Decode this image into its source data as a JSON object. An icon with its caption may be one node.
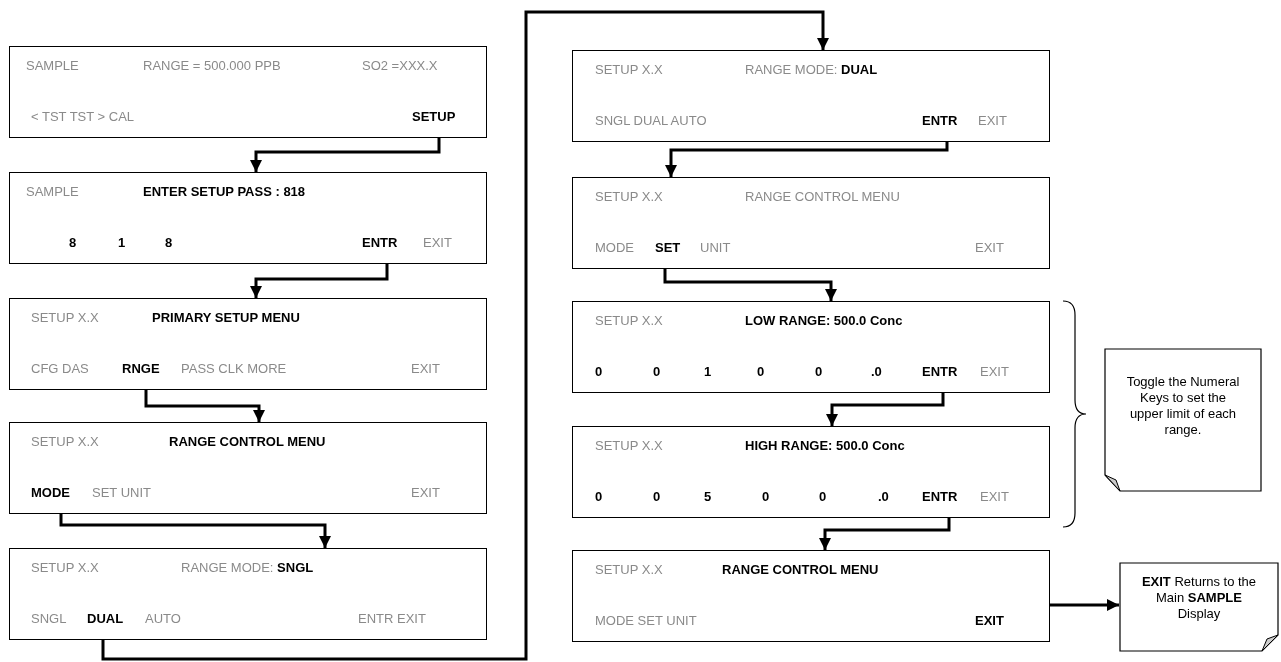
{
  "diagram": {
    "nodes": [
      {
        "text": [
          "SAMPLE",
          "RANGE = 500.000 PPB",
          "SO2 =XXX.X",
          "< TST TST > CAL",
          "SETUP"
        ]
      },
      {
        "text": [
          "SAMPLE",
          "ENTER SETUP PASS : 818",
          "8",
          "1",
          "8",
          "ENTR",
          "EXIT"
        ]
      },
      {
        "text": [
          "SETUP X.X",
          "PRIMARY SETUP MENU",
          "CFG DAS",
          "RNGE",
          "PASS CLK MORE",
          "EXIT"
        ]
      },
      {
        "text": [
          "SETUP X.X",
          "RANGE CONTROL MENU",
          "MODE",
          "SET UNIT",
          "EXIT"
        ]
      },
      {
        "text": [
          "SETUP X.X",
          "RANGE MODE: **SNGL**",
          "SNGL",
          "DUAL",
          "AUTO",
          "ENTR EXIT"
        ]
      },
      {
        "text": [
          "SETUP X.X",
          "RANGE MODE: **DUAL**",
          "SNGL DUAL AUTO",
          "ENTR",
          "EXIT"
        ]
      },
      {
        "text": [
          "SETUP X.X",
          "RANGE CONTROL MENU",
          "MODE",
          "SET",
          "UNIT",
          "EXIT"
        ]
      },
      {
        "text": [
          "SETUP X.X",
          "LOW RANGE: 500.0 Conc",
          "0",
          "0",
          "1",
          "0",
          "0",
          ".0",
          "ENTR",
          "EXIT"
        ]
      },
      {
        "text": [
          "SETUP X.X",
          "HIGH RANGE: 500.0 Conc",
          "0",
          "0",
          "5",
          "0",
          "0",
          ".0",
          "ENTR",
          "EXIT"
        ]
      },
      {
        "text": [
          "SETUP X.X",
          "RANGE CONTROL MENU",
          "MODE SET UNIT",
          "EXIT"
        ]
      },
      {
        "text": [
          "Toggle the Numeral Keys to set the upper limit of each range."
        ]
      },
      {
        "text": [
          "**EXIT** Returns to the Main **SAMPLE** Display"
        ]
      }
    ],
    "edges": [
      {
        "from": 0,
        "to": 1,
        "arrow": "to"
      },
      {
        "from": 1,
        "to": 2,
        "arrow": "to"
      },
      {
        "from": 2,
        "to": 3,
        "arrow": "to"
      },
      {
        "from": 3,
        "to": 4,
        "arrow": "to"
      },
      {
        "from": 4,
        "to": 5,
        "arrow": "to"
      },
      {
        "from": 5,
        "to": 6,
        "arrow": "to"
      },
      {
        "from": 6,
        "to": 7,
        "arrow": "to"
      },
      {
        "from": 7,
        "to": 8,
        "arrow": "to"
      },
      {
        "from": 8,
        "to": 9,
        "arrow": "to"
      },
      {
        "from": 9,
        "to": 11,
        "arrow": "to"
      }
    ]
  }
}
